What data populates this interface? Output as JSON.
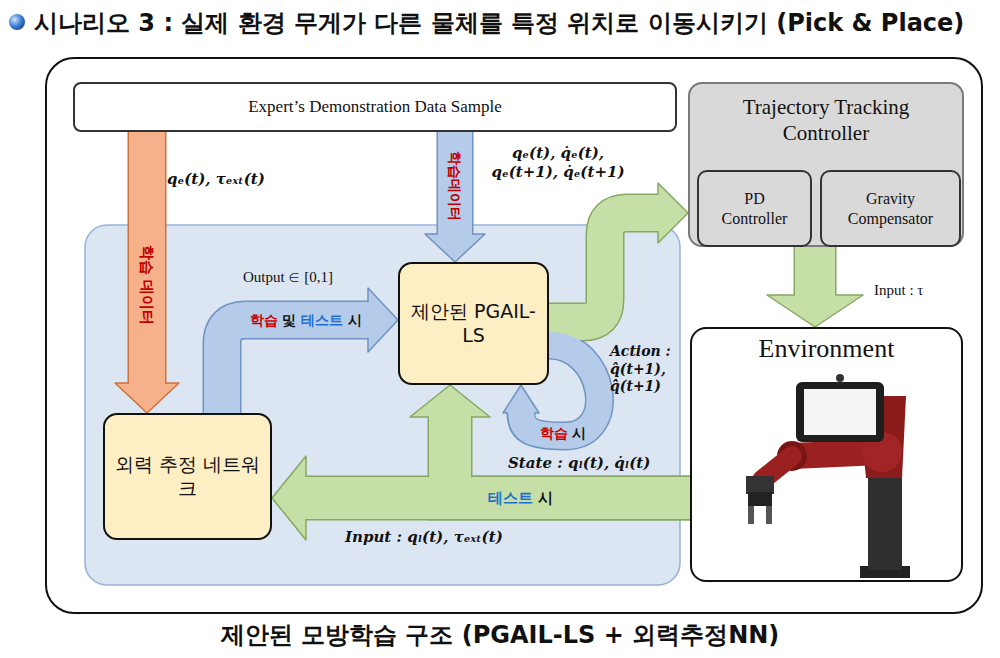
{
  "diagram": {
    "title": "시나리오 3 : 실제 환경 무게가 다른 물체를 특정 위치로 이동시키기 (Pick & Place)",
    "caption": "제안된 모방학습 구조 (PGAIL-LS + 외력추정NN)",
    "nodes": [
      {
        "text": [
          "Expert’s Demonstration Data Sample"
        ]
      },
      {
        "text": [
          "Trajectory Tracking Controller"
        ]
      },
      {
        "text": [
          "PD Controller"
        ],
        "in": 1
      },
      {
        "text": [
          "Gravity Compensator"
        ],
        "in": 1
      },
      {
        "text": [
          "제안된 PGAIL-LS"
        ]
      },
      {
        "text": [
          "Environment"
        ]
      },
      {
        "text": [
          "외력 추정 네트워크"
        ]
      }
    ],
    "edges": [
      {
        "from": 0,
        "to": 6,
        "label": "학습 데이터",
        "arrow": "to"
      },
      {
        "from": 0,
        "to": 4,
        "label": "학습데이터",
        "arrow": "to"
      },
      {
        "from": 6,
        "to": 4,
        "label": "학습 및 테스트 시",
        "arrow": "to"
      },
      {
        "from": 4,
        "to": 1,
        "arrow": "to"
      },
      {
        "from": 1,
        "to": 5,
        "label": "Input : τ",
        "arrow": "to"
      },
      {
        "from": 4,
        "to": 4,
        "label": "학습 시",
        "arrow": "to"
      },
      {
        "from": 5,
        "to": 4,
        "label": "State : qₗ(t), q̇ₗ(t)",
        "arrow": "to"
      },
      {
        "from": 5,
        "to": 6,
        "label": "Input : qₗ(t), τₑₓₜ(t)",
        "arrow": "to"
      }
    ],
    "labels": [
      "qₑ(t), τₑₓₜ(t)",
      "qₑ(t), q̇ₑ(t), qₑ(t+1), q̇ₑ(t+1)",
      "Output ∈ [0,1]",
      "Action : q̂(t+1), q̂̇(t+1)",
      "테스트 시"
    ]
  }
}
